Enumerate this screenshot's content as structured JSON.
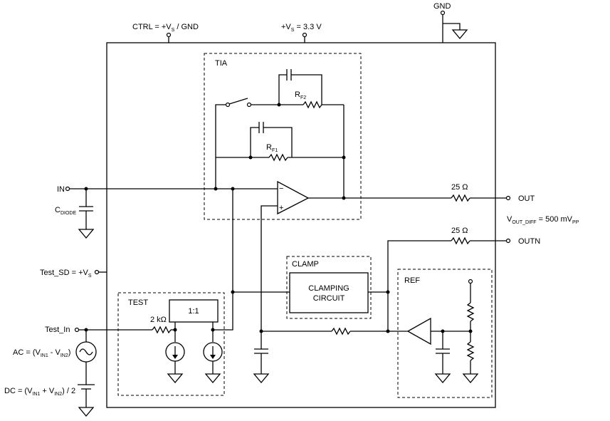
{
  "labels": {
    "gnd": "GND",
    "ctrl": "CTRL = +V",
    "ctrl_sub": "S",
    "ctrl_tail": " / GND",
    "vs": "+V",
    "vs_sub": "S",
    "vs_tail": " = 3.3 V",
    "tia": "TIA",
    "rf2": "R",
    "rf2_sub": "F2",
    "rf1": "R",
    "rf1_sub": "F1",
    "in": "IN",
    "cdiode": "C",
    "cdiode_sub": "DIODE",
    "r25_top": "25 Ω",
    "out": "OUT",
    "vout_diff": "V",
    "vout_diff_sub": "OUT_DIFF",
    "vout_diff_tail": " = 500 mV",
    "vout_diff_tail_sub": "PP",
    "r25_bottom": "25 Ω",
    "outn": "OUTN",
    "clamp": "CLAMP",
    "clamping_line1": "CLAMPING",
    "clamping_line2": "CIRCUIT",
    "test_sd": "Test_SD = +V",
    "test_sd_sub": "S",
    "test": "TEST",
    "ratio": "1:1",
    "r2k": "2 kΩ",
    "ref": "REF",
    "test_in": "Test_In",
    "ac": "AC = (V",
    "ac_sub1": "IN1",
    "ac_mid": " - V",
    "ac_sub2": "IN2",
    "ac_tail": ")",
    "dc": "DC = (V",
    "dc_sub1": "IN1",
    "dc_mid": " + V",
    "dc_sub2": "IN2",
    "dc_tail": ") / 2",
    "opamp_minus": "−",
    "opamp_plus": "+"
  }
}
